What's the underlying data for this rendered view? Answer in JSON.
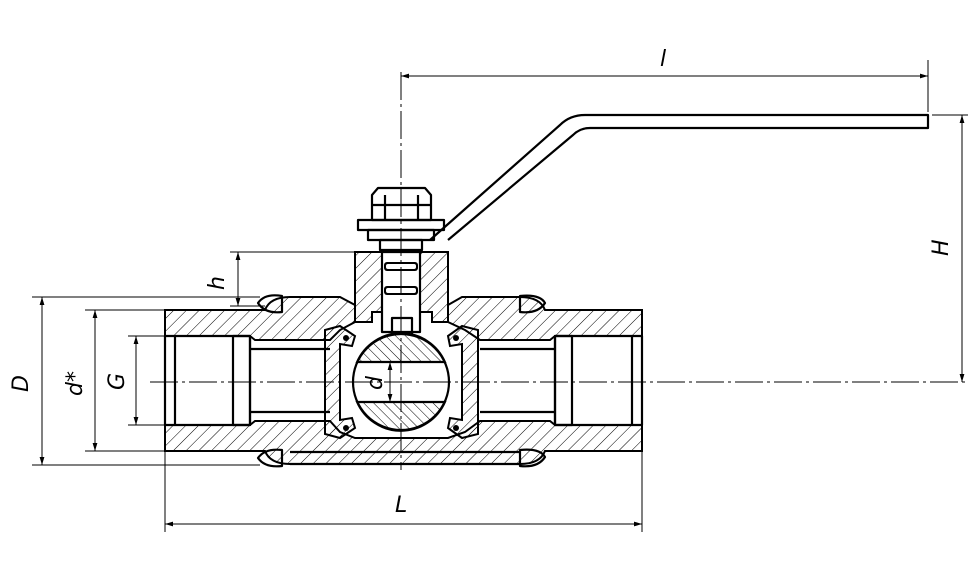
{
  "drawing": {
    "dimensions": {
      "handle_length": "l",
      "height": "H",
      "stem_height": "h",
      "outer_diameter": "D",
      "seat_diameter": "d*",
      "thread": "G",
      "bore": "d",
      "overall_length": "L"
    }
  }
}
